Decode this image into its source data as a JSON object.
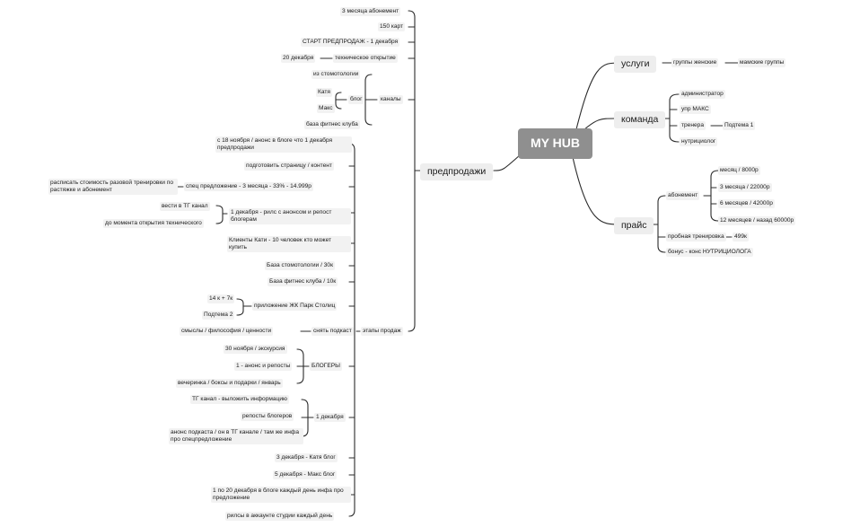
{
  "root": {
    "label": "MY HUB"
  },
  "branches": {
    "uslugi": "услуги",
    "komanda": "команда",
    "prais": "прайс",
    "predprodazhi": "предпродажи"
  },
  "uslugi": {
    "gruppy_zhenskie": "группы женские",
    "mamskie_gruppy": "мамские группы"
  },
  "komanda": {
    "administrator": "администратор",
    "upr_maks": "упр МАКС",
    "trenera": "тренера",
    "podtema1": "Подтема 1",
    "nutriciolog": "нутрициолог"
  },
  "prais": {
    "abonement": "абонемент",
    "mesyac": "месяц / 8000р",
    "tri_mesyaca": "3 месяца / 22000р",
    "shest_mesyacev": "6 месяцев / 42000р",
    "dvenadcat_mesyacev": "12 месяцев / назад 60000р",
    "probnaya": "пробная тренировка",
    "probnaya_price": "499к",
    "bonus": "бонус - конс НУТРИЦИОЛОГА"
  },
  "predprodazhi": {
    "abonement3": "3 месяца абонемент",
    "kart150": "150 карт",
    "start": "СТАРТ ПРЕДПРОДАЖ - 1 декабря",
    "dec20": "20 декабря",
    "tech_open": "техническое открытие",
    "kanaly": "каналы",
    "kanaly_items": {
      "stomatologii": "из стомотологии",
      "blog": "блог",
      "katya": "Катя",
      "maks": "Макс",
      "baza_fitnes": "база фитнес клуба"
    },
    "etapy": "этапы продаж",
    "etapy_items": {
      "nov18": "с 18 ноября / анонс в блоге что 1 декабря предпродажи",
      "podgotovit": "подготовить страницу / контент",
      "spec": "спец предложение - 3 месяца - 33% - 14.999р",
      "raspisat": "расписать стоимость разовой тренировки по растяжке и абонемент",
      "dec1_rils": "1 декабря - рилс с анонсом и репост блогерам",
      "vesti_tg": "вести в ТГ канал",
      "do_momenta": "до момента открытия технического",
      "klienty_kati": "Клиенты Кати - 10 человек кто может купить",
      "baza_stom": "База стомотологии / 30к",
      "baza_fitnes10": "База фитнес клуба / 10к",
      "prilozhenie": "приложение ЖК Парк Столиц",
      "k14": "14 к + 7к",
      "podtema2": "Подтема 2",
      "snyat_podkast": "снять подкаст",
      "smysly": "смыслы / философия / ценности",
      "blogery": "БЛОГЕРЫ",
      "nov30": "30 ноября / экскурсия",
      "anons_reposty": "1 - анонс и репосты",
      "vecherinka": "вечеринка / боксы и подарки / январь",
      "dec1": "1 декабря",
      "tg_vylozhit": "ТГ канал - выложить информацию",
      "reposty_blogerov": "репосты блогеров",
      "anons_podkasta": "анонс подкаста / он в ТГ канале / там же инфа про спецпредложение",
      "dec3": "3 декабря - Катя блог",
      "dec5": "5 декабря - Макс блог",
      "s1po20": "1 по 20 декабря в блоге каждый день инфа про предложение",
      "rilsy": "рилсы в аккаунте студии каждый день"
    }
  },
  "colors": {
    "line": "#2b2b2b",
    "root_bg": "#8f8f8f",
    "node_bg": "#f2f2f2",
    "main_bg": "#eeeeee"
  }
}
